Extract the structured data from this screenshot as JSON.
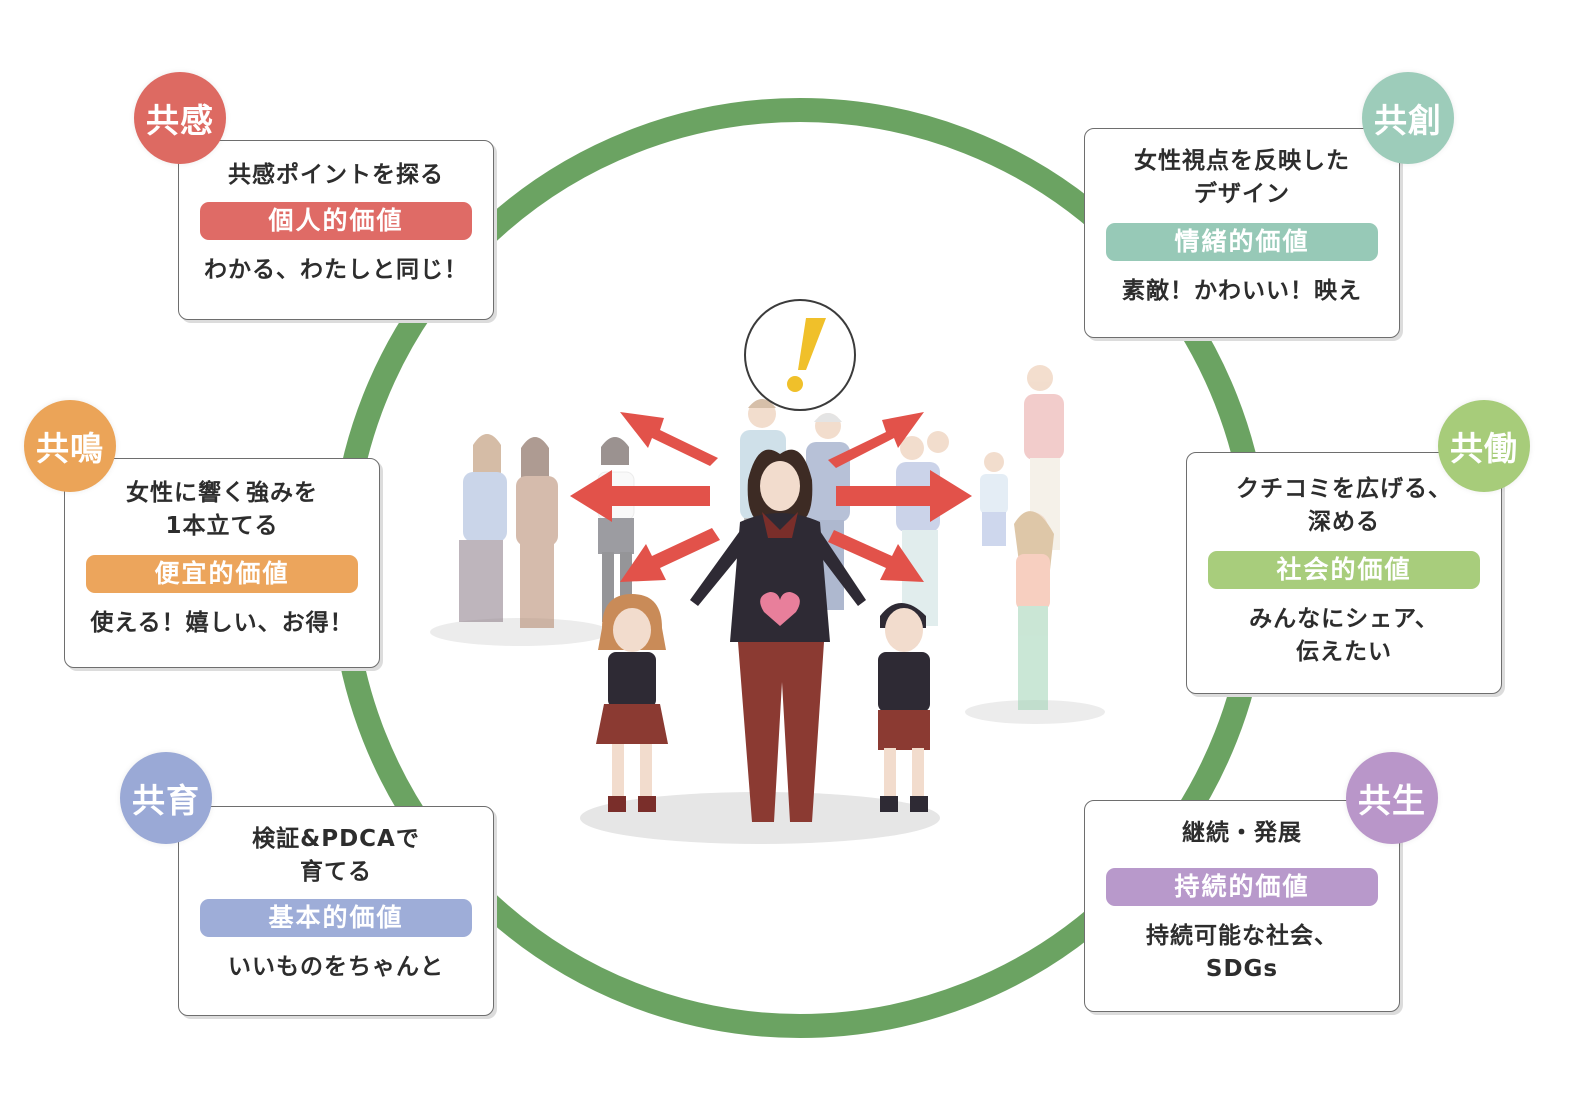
{
  "colors": {
    "ring": "#5e9b55",
    "arrow": "#e2524a",
    "heart": "#e87f9b",
    "exclaim": "#f0c02a"
  },
  "center": {
    "exclaim_icon": "exclamation-icon"
  },
  "cards": [
    {
      "key": "kyokan",
      "badge": "共感",
      "badge_color": "#dd6a62",
      "head": [
        "共感ポイントを探る"
      ],
      "pill": "個人的価値",
      "pill_color": "#df6b66",
      "foot": [
        "わかる、わたしと同じ！"
      ]
    },
    {
      "key": "kyoso",
      "badge": "共創",
      "badge_color": "#9dccba",
      "head": [
        "女性視点を反映した",
        "デザイン"
      ],
      "pill": "情緒的価値",
      "pill_color": "#97c9b7",
      "foot": [
        "素敵！かわいい！映え"
      ]
    },
    {
      "key": "kyomei",
      "badge": "共鳴",
      "badge_color": "#eba458",
      "head": [
        "女性に響く強みを",
        "1本立てる"
      ],
      "pill": "便宜的価値",
      "pill_color": "#eca55c",
      "foot": [
        "使える！嬉しい、お得！"
      ]
    },
    {
      "key": "kyodo",
      "badge": "共働",
      "badge_color": "#a7cc7a",
      "head": [
        "クチコミを広げる、",
        "深める"
      ],
      "pill": "社会的価値",
      "pill_color": "#a8cd7c",
      "foot": [
        "みんなにシェア、",
        "伝えたい"
      ]
    },
    {
      "key": "kyoiku",
      "badge": "共育",
      "badge_color": "#9aa9d6",
      "head": [
        "検証&PDCAで",
        "育てる"
      ],
      "pill": "基本的価値",
      "pill_color": "#9eadd8",
      "foot": [
        "いいものをちゃんと"
      ]
    },
    {
      "key": "kyosei",
      "badge": "共生",
      "badge_color": "#b996c9",
      "head": [
        "継続・発展"
      ],
      "pill": "持続的価値",
      "pill_color": "#b899cb",
      "foot": [
        "持続可能な社会、",
        "SDGs"
      ]
    }
  ]
}
